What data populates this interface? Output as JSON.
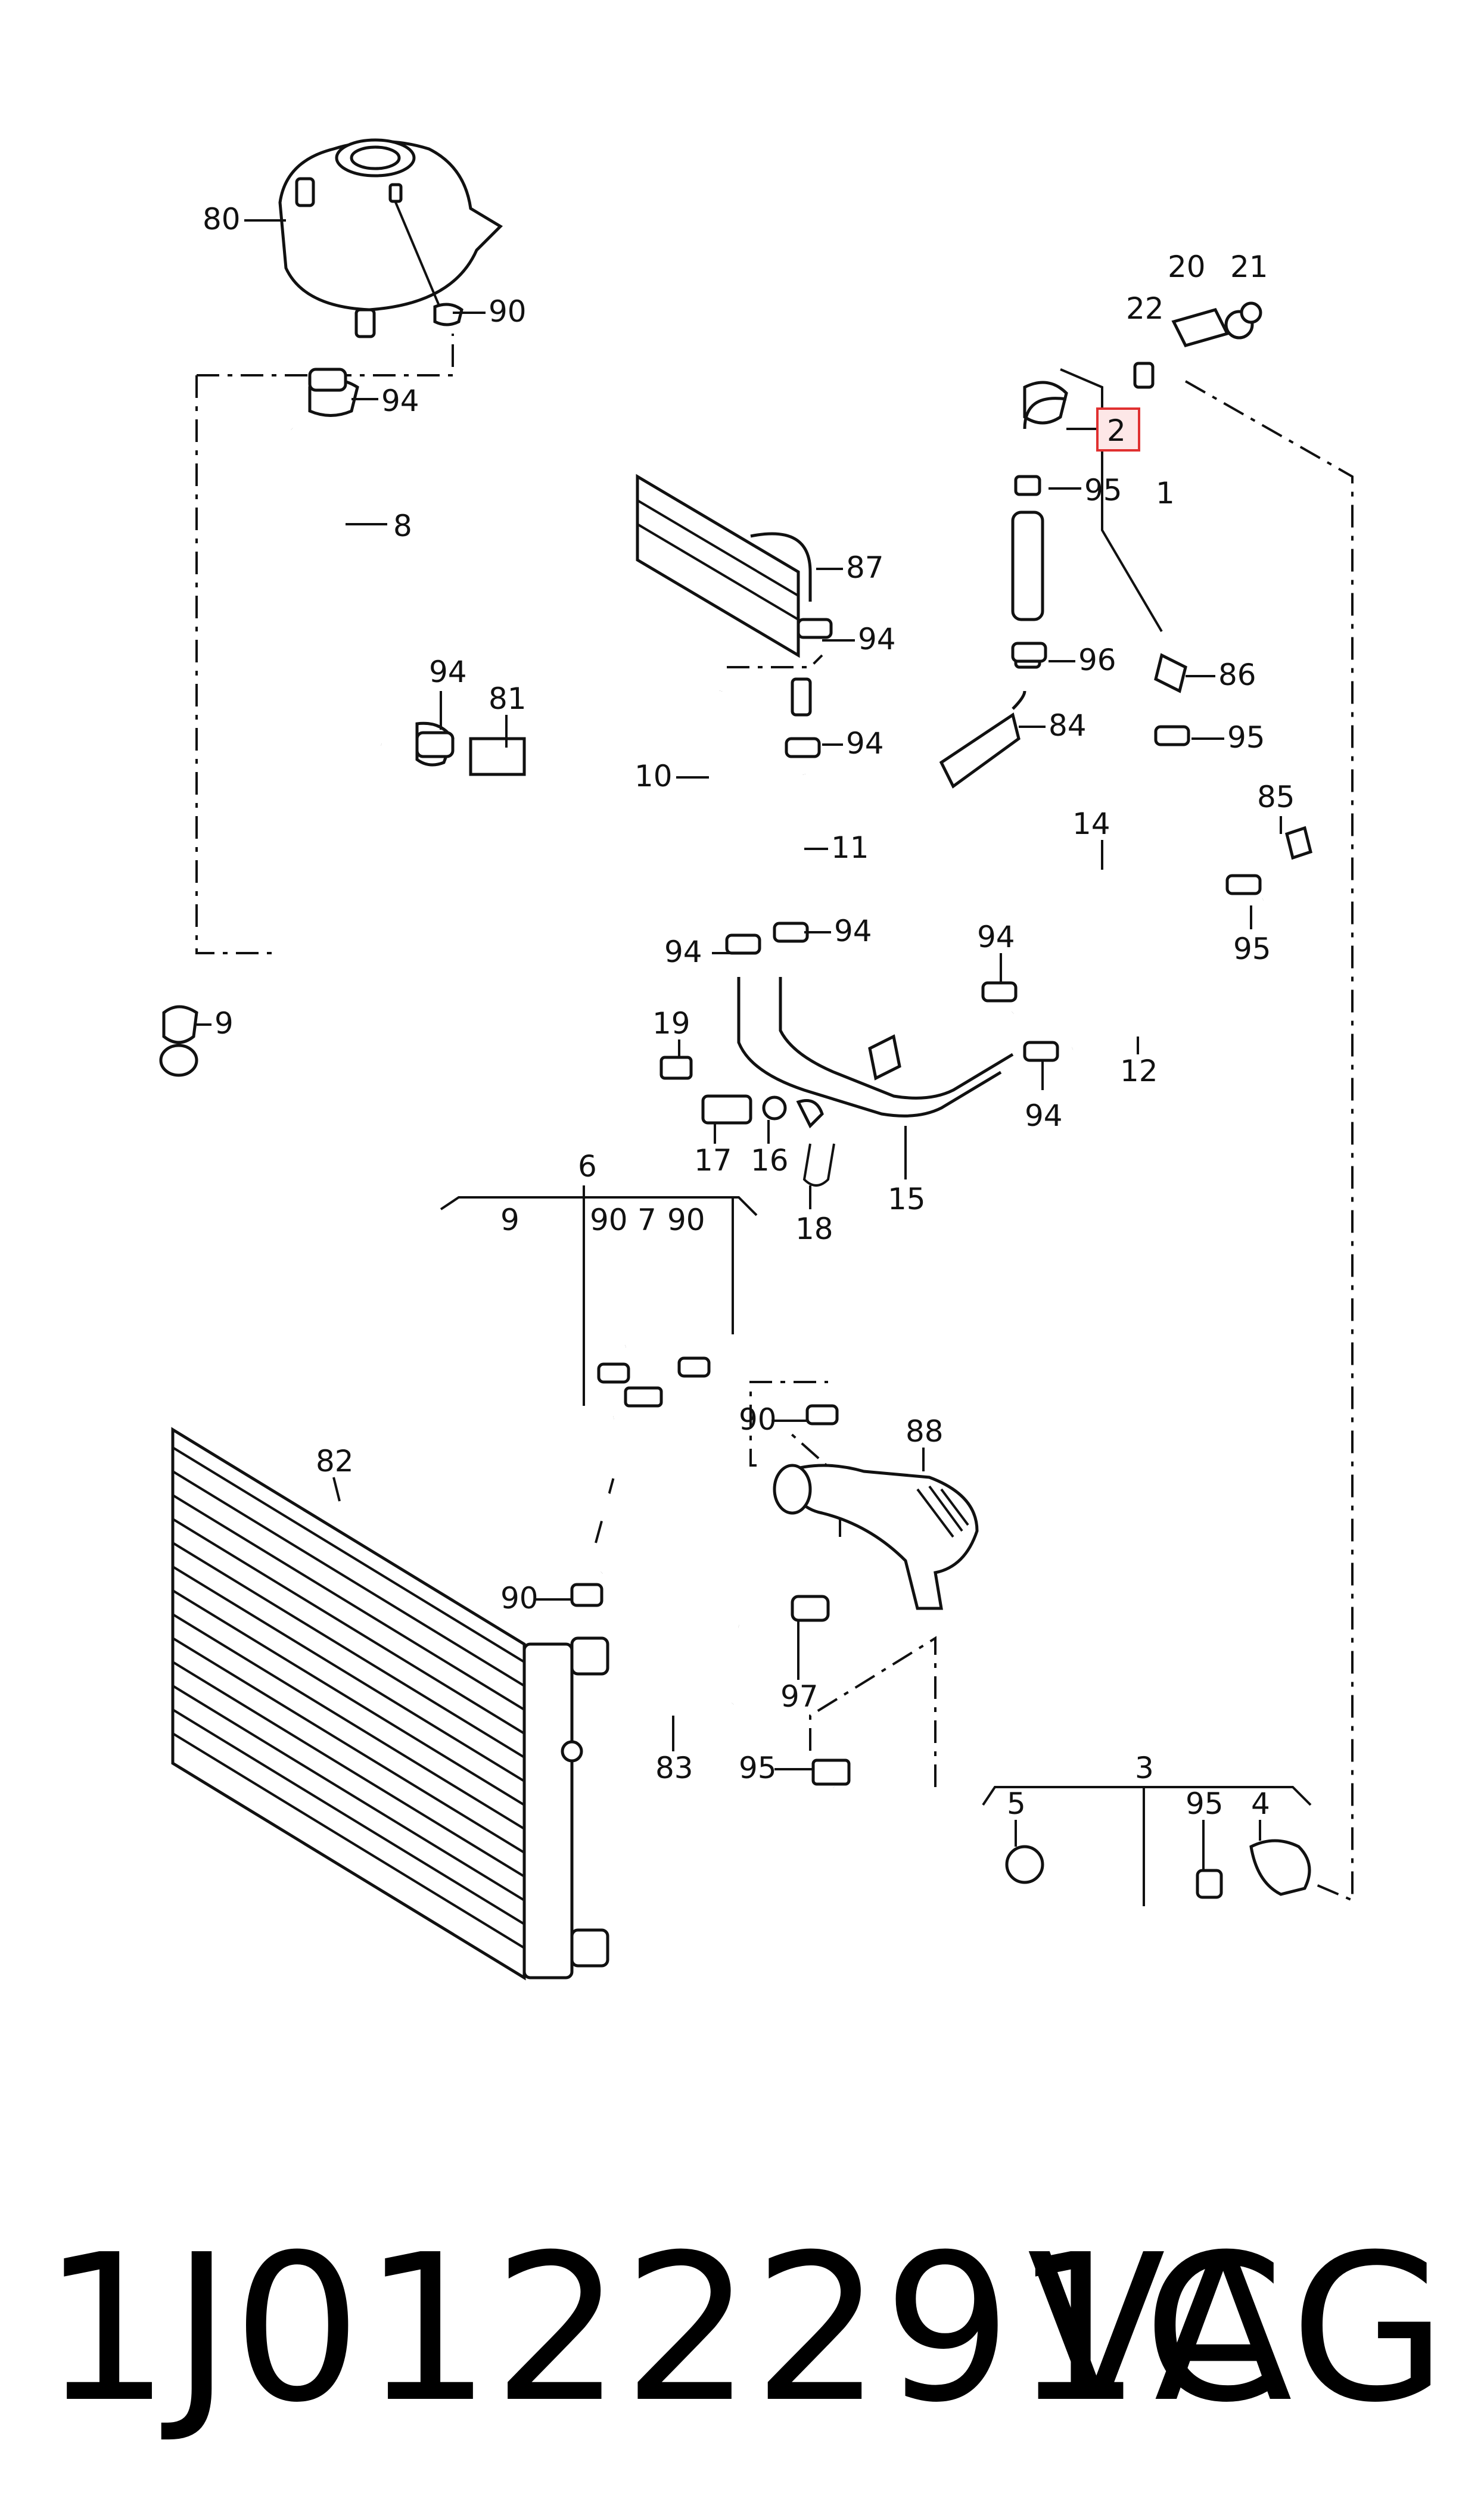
{
  "callouts": {
    "c80": "80",
    "c90a": "90",
    "c94a": "94",
    "c8": "8",
    "c94b": "94",
    "c81": "81",
    "c87": "87",
    "c94c": "94",
    "c94d": "94",
    "c10": "10",
    "c11": "11",
    "c94e": "94",
    "c94f": "94",
    "c20": "20",
    "c21": "21",
    "c22": "22",
    "c2": "2",
    "c95a": "95",
    "c1": "1",
    "c96": "96",
    "c84": "84",
    "c86": "86",
    "c95b": "95",
    "c14": "14",
    "c85": "85",
    "c94g": "94",
    "c95c": "95",
    "c12": "12",
    "c94h": "94",
    "c9a": "9",
    "c19": "19",
    "c17": "17",
    "c16": "16",
    "c18": "18",
    "c15": "15",
    "c6": "6",
    "c9b": "9",
    "c90b": "90",
    "c7": "7",
    "c90c": "90",
    "c90d": "90",
    "c88": "88",
    "c82": "82",
    "c90e": "90",
    "c97": "97",
    "c83": "83",
    "c95d": "95",
    "c3": "3",
    "c5": "5",
    "c95e": "95",
    "c4": "4"
  },
  "highlighted_callout": "2",
  "highlight_color": "#e03030",
  "part_number": "1J0122291C",
  "brand": "VAG"
}
